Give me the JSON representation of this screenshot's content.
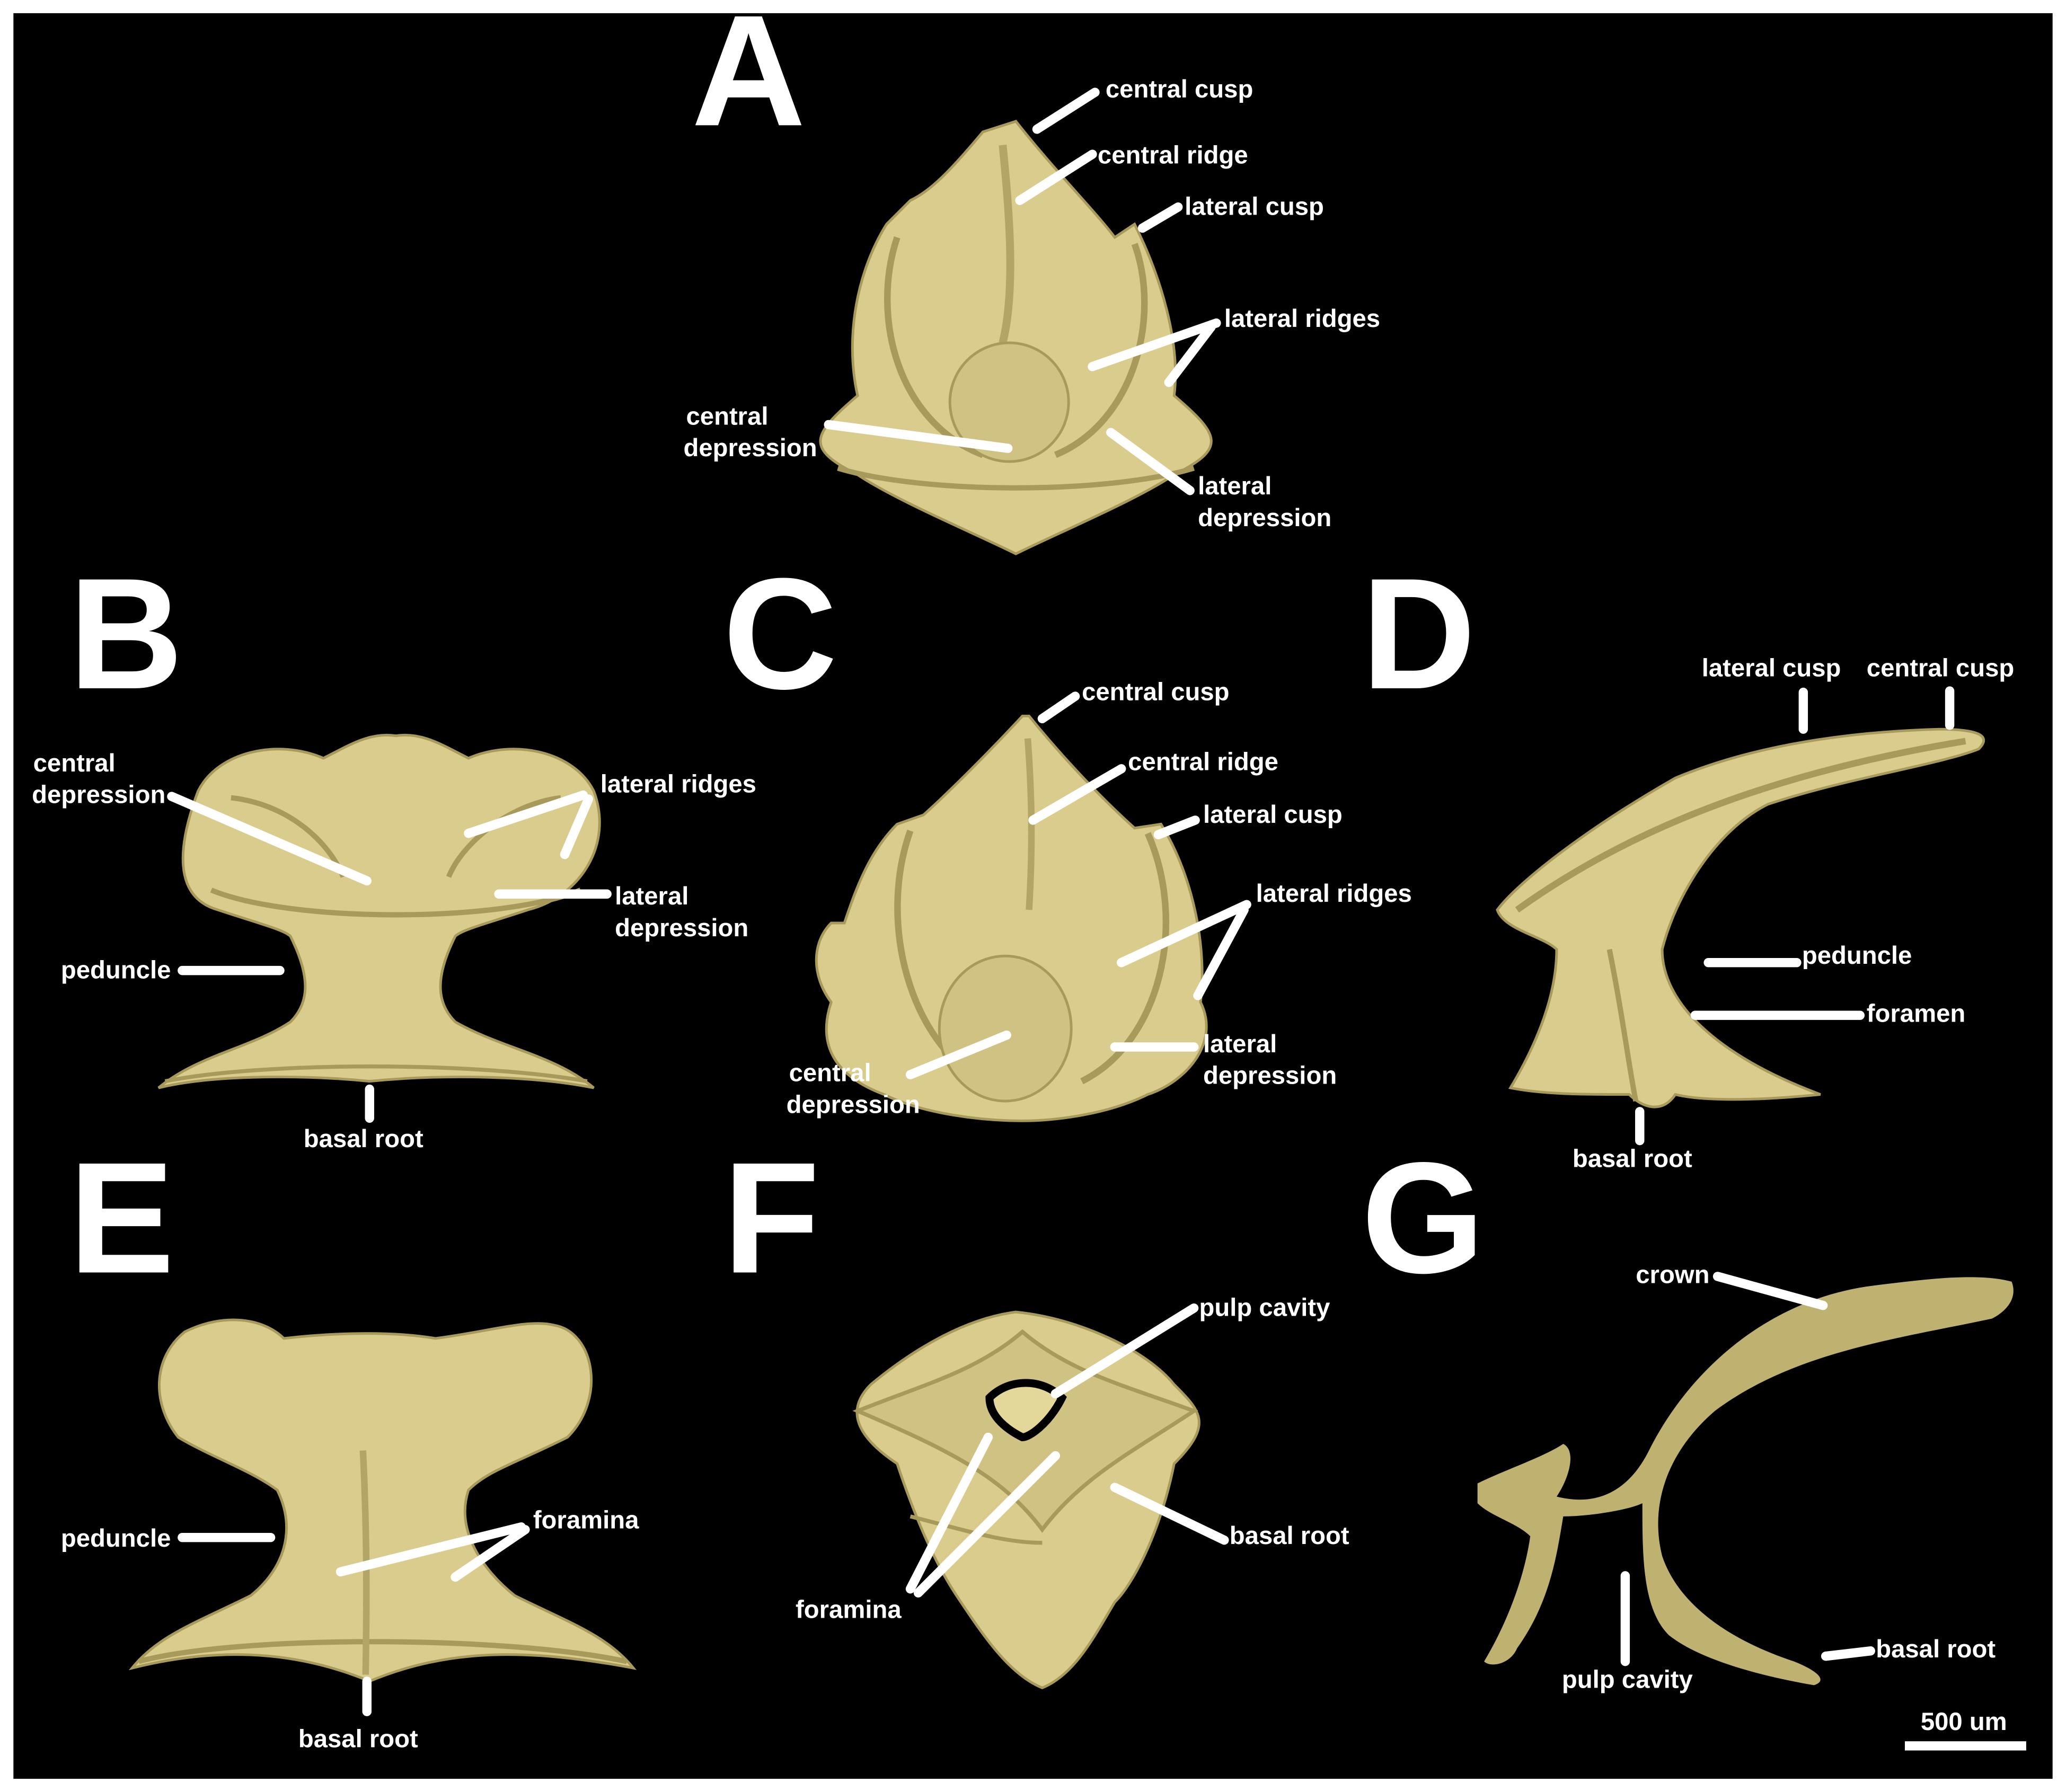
{
  "colors": {
    "background": "#000000",
    "specimen": "#d9cc8c",
    "specimen_shade": "#a89a5a",
    "label": "#ffffff"
  },
  "panels": {
    "A": {
      "letter": "A",
      "labels": {
        "central_cusp": "central cusp",
        "central_ridge": "central ridge",
        "lateral_cusp": "lateral cusp",
        "lateral_ridges": "lateral ridges",
        "central_depression_1": "central",
        "central_depression_2": "depression",
        "lateral_depression_1": "lateral",
        "lateral_depression_2": "depression"
      }
    },
    "B": {
      "letter": "B",
      "labels": {
        "central_depression_1": "central",
        "central_depression_2": "depression",
        "lateral_ridges": "lateral ridges",
        "lateral_depression_1": "lateral",
        "lateral_depression_2": "depression",
        "peduncle": "peduncle",
        "basal_root": "basal root"
      }
    },
    "C": {
      "letter": "C",
      "labels": {
        "central_cusp": "central cusp",
        "central_ridge": "central ridge",
        "lateral_cusp": "lateral cusp",
        "lateral_ridges": "lateral ridges",
        "central_depression_1": "central",
        "central_depression_2": "depression",
        "lateral_depression_1": "lateral",
        "lateral_depression_2": "depression"
      }
    },
    "D": {
      "letter": "D",
      "labels": {
        "lateral_cusp": "lateral cusp",
        "central_cusp": "central cusp",
        "peduncle": "peduncle",
        "foramen": "foramen",
        "basal_root": "basal root"
      }
    },
    "E": {
      "letter": "E",
      "labels": {
        "peduncle": "peduncle",
        "foramina": "foramina",
        "basal_root": "basal root"
      }
    },
    "F": {
      "letter": "F",
      "labels": {
        "pulp_cavity": "pulp cavity",
        "basal_root": "basal root",
        "foramina": "foramina"
      }
    },
    "G": {
      "letter": "G",
      "labels": {
        "crown": "crown",
        "basal_root": "basal root",
        "pulp_cavity": "pulp cavity"
      }
    }
  },
  "scale_bar": {
    "label": "500 um"
  }
}
